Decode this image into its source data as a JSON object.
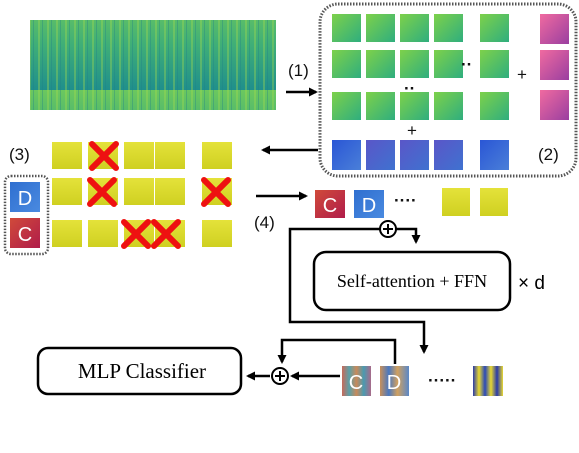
{
  "labels": {
    "step1": "(1)",
    "step2": "(2)",
    "step3": "(3)",
    "step4": "(4)",
    "plus_a": "+",
    "plus_b": "+",
    "dots_row1": "··",
    "dots_row3": "··",
    "dots_seq": "····",
    "dots_out": "·····"
  },
  "tokens": {
    "dist": "D",
    "cls": "C"
  },
  "blocks": {
    "transformer": "Self-attention + FFN",
    "repeat": "× d",
    "classifier": "MLP Classifier"
  },
  "colors": {
    "dist_token": "#3a78d8",
    "cls_token": "#c83a3a",
    "mask_cross": "#ee1111",
    "patch_yellow": "#dcdc26",
    "patch_green": "#5cc06a"
  }
}
